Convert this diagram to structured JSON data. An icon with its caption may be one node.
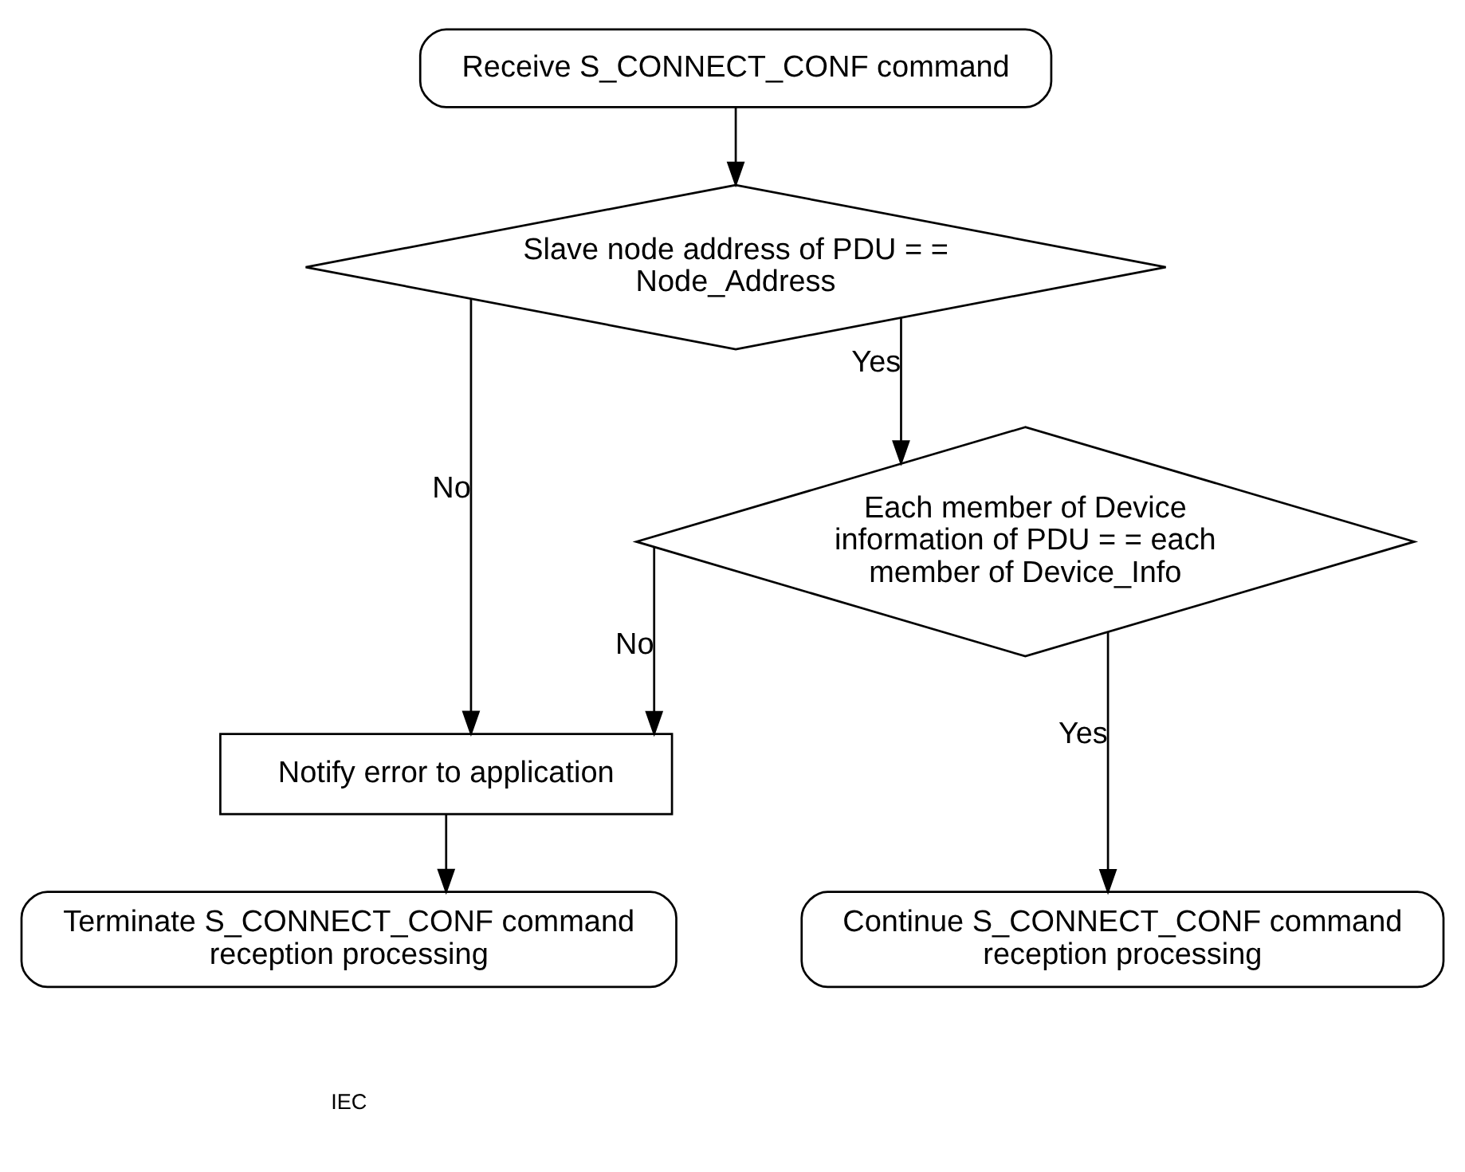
{
  "diagram": {
    "nodes": [
      {
        "text": [
          "Receive S_CONNECT_CONF command"
        ]
      },
      {
        "text": [
          "Slave node address of PDU = = Node_Address"
        ]
      },
      {
        "text": [
          "Each member of Device information of PDU = = each member of Device_Info"
        ]
      },
      {
        "text": [
          "Notify error to application"
        ]
      },
      {
        "text": [
          "Continue S_CONNECT_CONF command reception processing"
        ]
      },
      {
        "text": [
          "Terminate S_CONNECT_CONF command reception processing"
        ]
      }
    ],
    "edges": [
      {
        "from": 0,
        "to": 1,
        "arrow": "to"
      },
      {
        "from": 1,
        "to": 3,
        "arrow": "to",
        "label": "No"
      },
      {
        "from": 1,
        "to": 2,
        "arrow": "to",
        "label": "Yes"
      },
      {
        "from": 2,
        "to": 3,
        "arrow": "to",
        "label": "No"
      },
      {
        "from": 2,
        "to": 4,
        "arrow": "to",
        "label": "Yes"
      },
      {
        "from": 3,
        "to": 5,
        "arrow": "to"
      }
    ],
    "labels": [
      "IEC"
    ]
  }
}
